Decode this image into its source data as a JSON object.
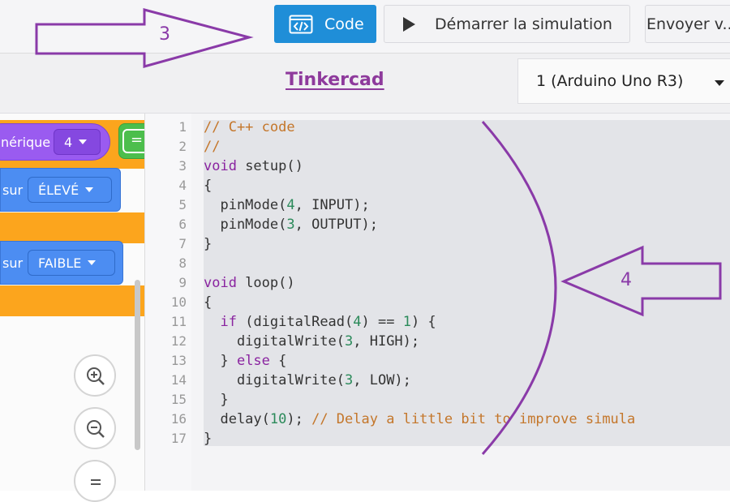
{
  "toolbar": {
    "code_label": "Code",
    "sim_label": "Démarrer la simulation",
    "send_label": "Envoyer v..."
  },
  "header": {
    "brand": "Tinkercad",
    "device_selector": "1 (Arduino Uno R3)"
  },
  "blocks": {
    "numeric_label": "nérique",
    "numeric_value": "4",
    "equals": "=",
    "block1_label": "sur",
    "block1_value": "ÉLEVÉ",
    "block2_label": "sur",
    "block2_value": "FAIBLE"
  },
  "code": {
    "lines": [
      "// C++ code",
      "//",
      "void setup()",
      "{",
      "  pinMode(4, INPUT);",
      "  pinMode(3, OUTPUT);",
      "}",
      "",
      "void loop()",
      "{",
      "  if (digitalRead(4) == 1) {",
      "    digitalWrite(3, HIGH);",
      "  } else {",
      "    digitalWrite(3, LOW);",
      "  }",
      "  delay(10); // Delay a little bit to improve simula",
      "}"
    ]
  },
  "annotations": {
    "arrow3_label": "3",
    "arrow4_label": "4",
    "color": "#8a3aa8"
  },
  "icons": {
    "code": "code-window-icon",
    "play": "play-icon",
    "zoom_in": "zoom-in-icon",
    "zoom_out": "zoom-out-icon",
    "zoom_reset": "zoom-reset-icon"
  },
  "colors": {
    "primary": "#1f8ed8",
    "brand": "#8e3a9c",
    "keyword": "#8a24a0",
    "comment": "#c4762a",
    "number": "#2b8a5a"
  }
}
